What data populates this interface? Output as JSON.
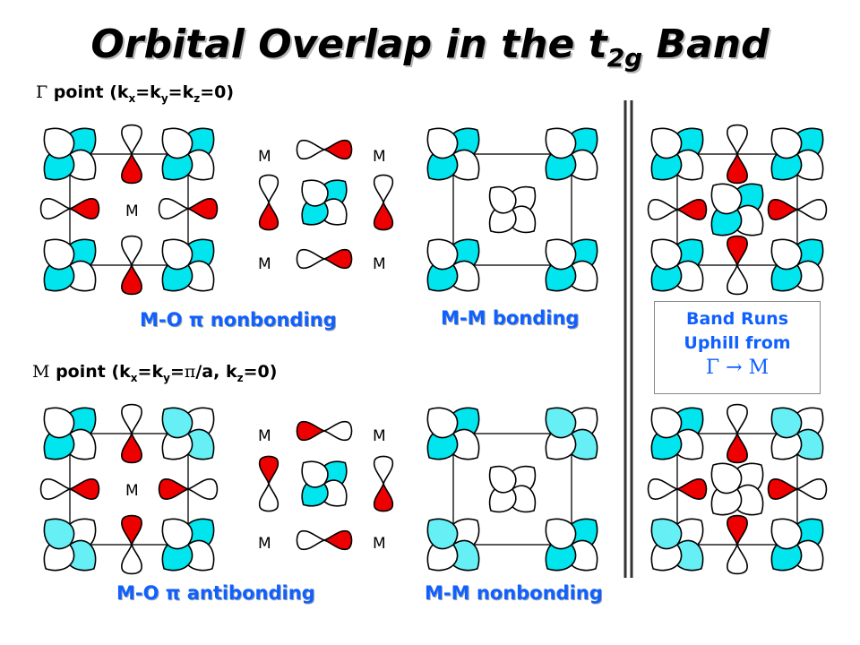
{
  "title": {
    "main": "Orbital Overlap in the t",
    "sub": "2g",
    "tail": " Band"
  },
  "gamma_label": {
    "symbol": "Γ",
    "text_a": " point (k",
    "s1": "x",
    "text_b": "=k",
    "s2": "y",
    "text_c": "=k",
    "s3": "z",
    "text_d": "=0)"
  },
  "mpoint_label": {
    "symbol": "Μ",
    "text_a": " point (k",
    "s1": "x",
    "text_b": "=k",
    "s2": "y",
    "text_c": "=",
    "pi": "π",
    "text_d": "/a, k",
    "s3": "z",
    "text_e": "=0)"
  },
  "captions": {
    "mo_nonbonding": "M-O π nonbonding",
    "mm_bonding": "M-M bonding",
    "mo_antibonding": "M-O π antibonding",
    "mm_nonbonding": "M-M nonbonding"
  },
  "band_box": {
    "line1": "Band Runs",
    "line2": "Uphill from",
    "line3": "Γ  →  Μ"
  },
  "metal_label": "M",
  "colors": {
    "cyan": "#00e5ee",
    "light_cyan": "#66f0f5",
    "red": "#ee0000",
    "caption_blue": "#1060ff"
  }
}
